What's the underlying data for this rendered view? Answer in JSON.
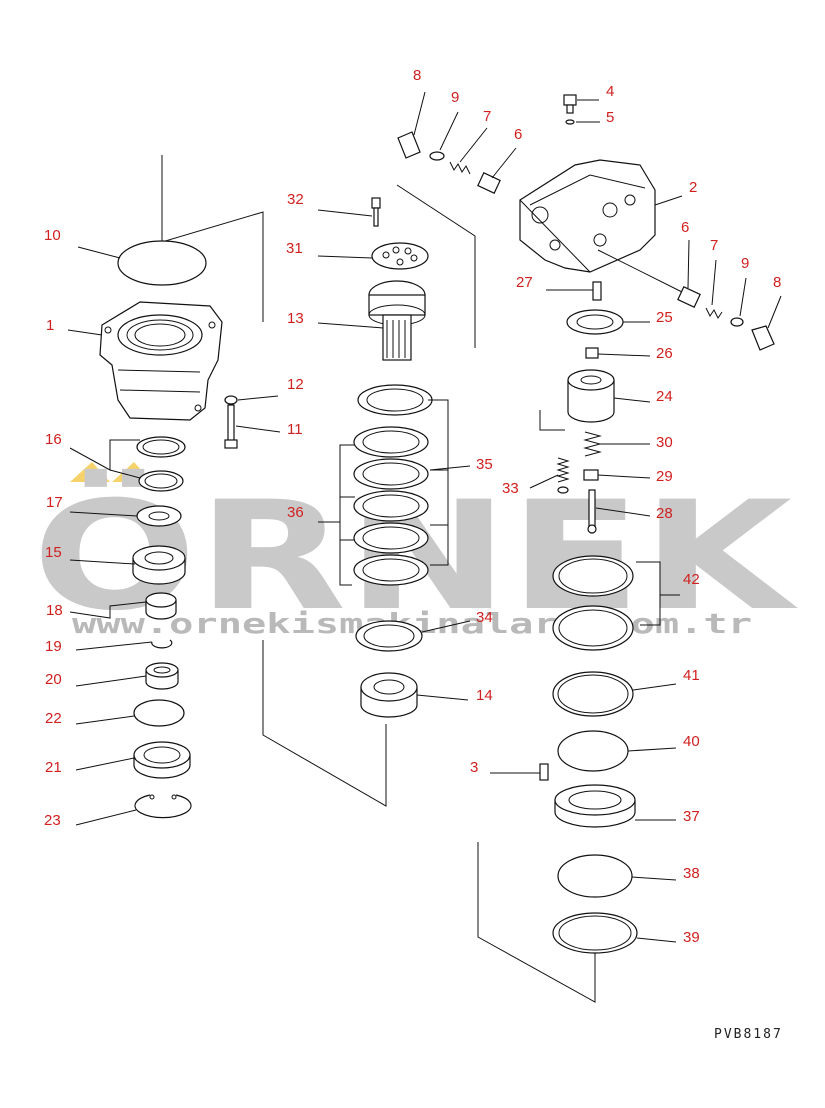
{
  "watermark": {
    "brand": "ÖRNEK",
    "url": "www.ornekismakinalari.com.tr",
    "accent_color": "#f5d36a"
  },
  "drawing_code": "PVB8187",
  "label_color": "#d12020",
  "parts": [
    {
      "id": "p1",
      "number": "1"
    },
    {
      "id": "p2",
      "number": "2"
    },
    {
      "id": "p3",
      "number": "3"
    },
    {
      "id": "p4",
      "number": "4"
    },
    {
      "id": "p5",
      "number": "5"
    },
    {
      "id": "p6a",
      "number": "6"
    },
    {
      "id": "p6b",
      "number": "6"
    },
    {
      "id": "p7a",
      "number": "7"
    },
    {
      "id": "p7b",
      "number": "7"
    },
    {
      "id": "p8a",
      "number": "8"
    },
    {
      "id": "p8b",
      "number": "8"
    },
    {
      "id": "p9a",
      "number": "9"
    },
    {
      "id": "p9b",
      "number": "9"
    },
    {
      "id": "p10",
      "number": "10"
    },
    {
      "id": "p11",
      "number": "11"
    },
    {
      "id": "p12",
      "number": "12"
    },
    {
      "id": "p13",
      "number": "13"
    },
    {
      "id": "p14",
      "number": "14"
    },
    {
      "id": "p15",
      "number": "15"
    },
    {
      "id": "p16",
      "number": "16"
    },
    {
      "id": "p17",
      "number": "17"
    },
    {
      "id": "p18",
      "number": "18"
    },
    {
      "id": "p19",
      "number": "19"
    },
    {
      "id": "p20",
      "number": "20"
    },
    {
      "id": "p21",
      "number": "21"
    },
    {
      "id": "p22",
      "number": "22"
    },
    {
      "id": "p23",
      "number": "23"
    },
    {
      "id": "p24",
      "number": "24"
    },
    {
      "id": "p25",
      "number": "25"
    },
    {
      "id": "p26",
      "number": "26"
    },
    {
      "id": "p27",
      "number": "27"
    },
    {
      "id": "p28",
      "number": "28"
    },
    {
      "id": "p29",
      "number": "29"
    },
    {
      "id": "p30",
      "number": "30"
    },
    {
      "id": "p31",
      "number": "31"
    },
    {
      "id": "p32",
      "number": "32"
    },
    {
      "id": "p33",
      "number": "33"
    },
    {
      "id": "p34",
      "number": "34"
    },
    {
      "id": "p35",
      "number": "35"
    },
    {
      "id": "p36",
      "number": "36"
    },
    {
      "id": "p37",
      "number": "37"
    },
    {
      "id": "p38",
      "number": "38"
    },
    {
      "id": "p39",
      "number": "39"
    },
    {
      "id": "p40",
      "number": "40"
    },
    {
      "id": "p41",
      "number": "41"
    },
    {
      "id": "p42",
      "number": "42"
    }
  ]
}
